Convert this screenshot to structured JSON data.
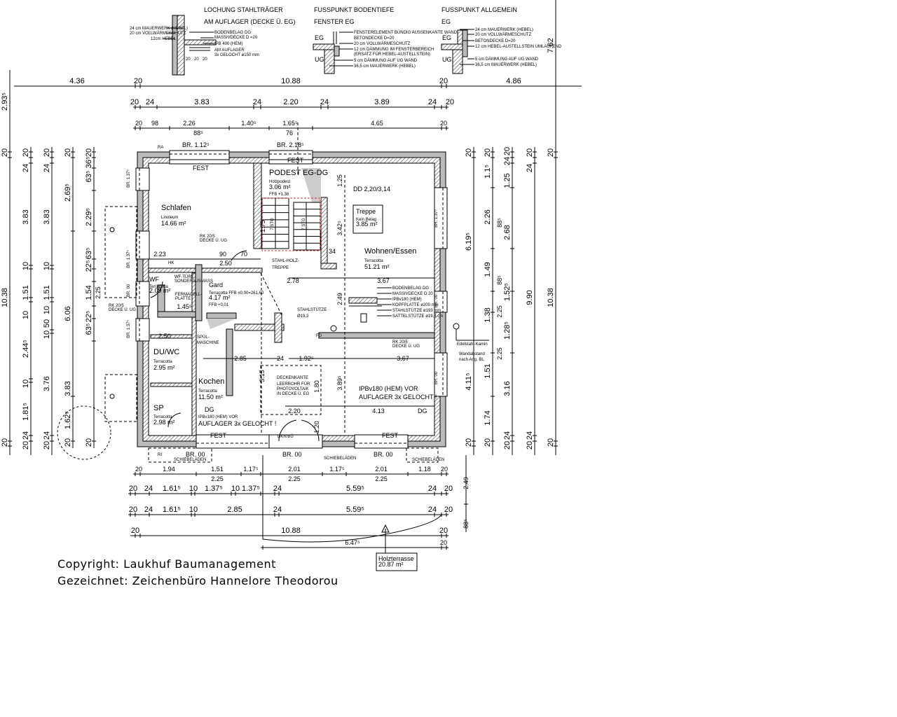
{
  "details": [
    {
      "title": [
        "LOCHUNG STAHLTRÄGER",
        "AM AUFLAGER (DECKE Ü. EG)"
      ],
      "left_labels": [
        "24 cm MAUERWERK (HEBEL)",
        "20 cm VOLLWÄRMESCHUTZ",
        "12cm HEBEL"
      ],
      "right_labels": [
        "BODENBELAG DG",
        "MASSIVDECKE D =20",
        "IPB 400 (HEM)",
        "AM AUFLAGER",
        "3x GELOCHT ø150 mm"
      ],
      "dims": [
        "20",
        "20",
        "20"
      ]
    },
    {
      "title": [
        "FUSSPUNKT BODENTIEFE",
        "FENSTER EG"
      ],
      "levels": [
        "EG",
        "UG"
      ],
      "labels": [
        "FENSTERELEMENT BÜNDIG AUSSENKANTE WAND",
        "BETONDECKE D=20",
        "20 cm VOLLWÄRMESCHUTZ",
        "12 cm DÄMMUNG IM FENSTERBEREICH",
        "(ERSATZ FÜR HEBEL-AUSTELLSTEIN)",
        "5 cm DÄMMUNG AUF UG WAND",
        "36,5 cm MAUERWERK (HEBEL)"
      ]
    },
    {
      "title": [
        "FUSSPUNKT ALLGEMEIN",
        "EG"
      ],
      "levels": [
        "EG",
        "UG"
      ],
      "labels": [
        "24 cm MAUERWERK (HEBEL)",
        "20 cm VOLLWÄRMESCHUTZ",
        "BETONDECKE D=20",
        "12 cm HEBEL-AUSTELLSTEIN UMLAUFEND",
        "5 cm DÄMMUNG AUF UG WAND",
        "36,5 cm MAUERWERK (HEBEL)"
      ]
    }
  ],
  "height_total": "7.62",
  "dims": {
    "top": [
      [
        "4.36",
        "20",
        "10.88",
        "20",
        "4.86"
      ],
      [
        "20",
        "24",
        "3.83",
        "24",
        "2.20",
        "24",
        "3.89",
        "24",
        "20"
      ],
      [
        "20",
        "98",
        "2.26",
        "1.40⁵",
        "1.65⁵",
        "4.65",
        "20",
        "88⁵",
        "76"
      ]
    ],
    "bottom": [
      [
        "20",
        "1.94",
        "1.51",
        "1.17⁵",
        "2.01",
        "1.17⁵",
        "2.01",
        "1.18",
        "20",
        "2.25",
        "2.25",
        "2.25"
      ],
      [
        "20",
        "24",
        "1.61⁵",
        "10",
        "1.37⁵",
        "10",
        "1.37⁵",
        "24",
        "5.59⁵",
        "24",
        "20"
      ],
      [
        "20",
        "24",
        "1.61⁵",
        "10",
        "2.85",
        "24",
        "5.59⁵",
        "24",
        "20"
      ],
      [
        "20",
        "10.88",
        "20"
      ],
      [
        "6.47⁵",
        "20"
      ],
      [
        "2.49",
        "88⁵"
      ]
    ],
    "left": [
      [
        "2.93⁵",
        "20",
        "10.38",
        "20"
      ],
      [
        "20",
        "24",
        "3.83",
        "10",
        "1.51",
        "10",
        "2.44⁵",
        "10",
        "1.81⁵",
        "24",
        "20"
      ],
      [
        "20",
        "24",
        "3.83",
        "10",
        "1.51",
        "10",
        "50",
        "10",
        "3.76",
        "24",
        "20"
      ],
      [
        "20",
        "2.69⁵",
        "6.06",
        "3.83",
        "1.62⁵",
        "20"
      ],
      [
        "20",
        "36⁵",
        "63⁵",
        "2.29⁵",
        "63⁵",
        "22⁵",
        "1.54",
        "2.25",
        "22⁵",
        "63⁵",
        "20"
      ]
    ],
    "right": [
      [
        "20",
        "6.19⁵",
        "4.11⁵",
        "20"
      ],
      [
        "20",
        "1.1⁵",
        "2.26",
        "1.49",
        "1.38",
        "1.51",
        "1.74",
        "20"
      ],
      [
        "88⁵",
        "88⁵",
        "2.25",
        "2.25"
      ],
      [
        "20",
        "24",
        "1.25",
        "2.68",
        "1.52⁵",
        "1.28⁵",
        "3.16",
        "24",
        "20"
      ],
      [
        "20",
        "24",
        "9.90",
        "24",
        "20"
      ],
      [
        "20",
        "10.38",
        "20"
      ]
    ]
  },
  "rooms": [
    {
      "name": "Schlafen",
      "floor": "Linoleum",
      "area": "14.66 m²"
    },
    {
      "name": "PODEST EG-DG",
      "floor": "Holzpodest",
      "area": "3.06 m²",
      "extra": "FFB +1.36"
    },
    {
      "name": "Treppe",
      "floor": "Kein Belag",
      "area": "3.85 m²"
    },
    {
      "name": "Wohnen/Essen",
      "floor": "Terracotta",
      "area": "51.21 m²"
    },
    {
      "name": "WF",
      "floor": "Terracotta",
      "area": "2.09 m²"
    },
    {
      "name": "Gard",
      "floor": "Terracotta FFB ±0,00=261,60",
      "area": "4.17 m²",
      "extra": "FFB +0,01"
    },
    {
      "name": "DU/WC",
      "floor": "Terracotta",
      "area": "2.95 m²"
    },
    {
      "name": "Kochen",
      "floor": "Terracotta",
      "area": "11.50 m²"
    },
    {
      "name": "SP",
      "floor": "Terracotta",
      "area": "2.98 m²"
    },
    {
      "name": "Holzterrasse",
      "area": "20.87 m²"
    }
  ],
  "labels": {
    "fest": "FEST",
    "br_top_left": "BR. 1.12⁵",
    "br_top_mid": "BR. 2.18⁵",
    "br_00": "BR. 00",
    "br_left_1": "BR. 1.37⁵",
    "br_left_2": "BR. 1.37⁵",
    "br_left_3": "BR. 00",
    "br_left_4": "BR. 1.37⁵",
    "br_right_1": "BR. 1.37⁵",
    "br_right_2": "BR. 00",
    "br_right_3": "BR. 00",
    "schiebeladen": "SCHIEBELÄDEN",
    "dd": "DD 2,20/3,14",
    "stahl_holz": [
      "STAHL-HOLZ-",
      "TREPPE"
    ],
    "stahlstuetze": [
      "STAHLSTÜTZE",
      "Ø19,3"
    ],
    "deckenkante": "DECKENKANTE",
    "leerrohr": [
      "LEERROHR FÜR",
      "PHOTOVOLTAIK",
      "IN DECKE Ü. EG"
    ],
    "ipb_right": [
      "IPBv180 (HEM) VOR",
      "AUFLAGER 3x GELOCHT !"
    ],
    "ipb_left": [
      "IPBv180 (HEM) VOR",
      "AUFLAGER 3x GELOCHT !"
    ],
    "dg": "DG",
    "dkr": "DKR/BÜ",
    "kamin": [
      "Edelstahl-Kamin",
      "Wandabstand",
      "nach Ang. BL"
    ],
    "rk_1": [
      "RK 20/5",
      "DECKE Ü. UG"
    ],
    "rk_2": [
      "RK 20/5",
      "DECKE Ü. UG"
    ],
    "rk_3": [
      "RK 20/5",
      "DECKE Ü. UG"
    ],
    "wf_tuere": [
      "WF-TÜRE",
      "SONDERAUSMASS"
    ],
    "fermacell": [
      "FERMACELL-",
      "PLATTE"
    ],
    "spuel": [
      "SPÜL-",
      "MASCHINE"
    ],
    "hk": "HK",
    "detail_beam": [
      "BODENBELAG DG",
      "MASSIVDECKE D 20",
      "IPBv180 (HEM)",
      "KOPFPLATTE ø200 mm",
      "STAHLSTÜTZE ø193 mm",
      "SATTELSTÜTZE ø19,3 cm"
    ],
    "interior_dims": [
      "2.23",
      "90",
      "70",
      "2.50",
      "2.78",
      "3.67",
      "2.50",
      "3.67",
      "2.85",
      "24",
      "1.92⁵",
      "2.20",
      "4.13",
      "34",
      "1.45⁵",
      "1.75",
      "3.42⁵",
      "1.25",
      "2.49",
      "3.89⁵",
      "1.80",
      "1.20",
      "3.15"
    ],
    "stair_rises": [
      "7 STG",
      "7 STG"
    ],
    "ra": "RA",
    "ri": "RI",
    "fd": "FD"
  },
  "credits": {
    "copyright": "Copyright: Laukhuf Baumanagement",
    "drawn": "Gezeichnet: Zeichenbüro Hannelore Theodorou"
  }
}
